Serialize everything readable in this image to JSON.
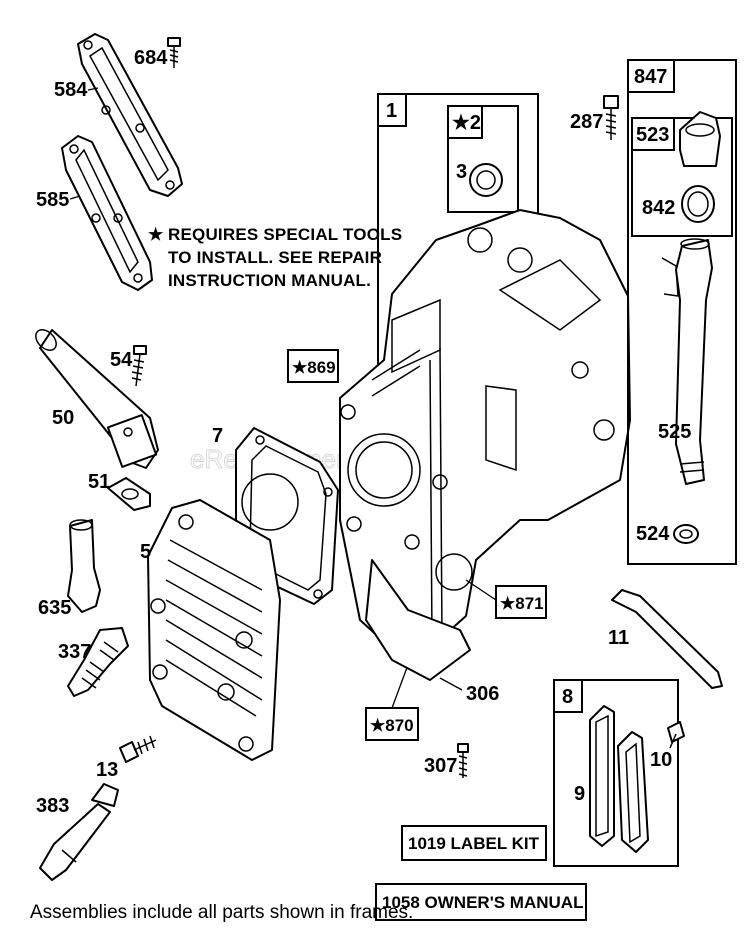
{
  "watermark": "eReplacementParts.com",
  "note": {
    "star": "★",
    "lines": [
      "REQUIRES SPECIAL TOOLS",
      "TO INSTALL.  SEE REPAIR",
      "INSTRUCTION MANUAL."
    ]
  },
  "footer": "Assemblies include all parts shown in frames.",
  "callouts": {
    "p584": "584",
    "p684": "684",
    "p585": "585",
    "p54": "54",
    "p50": "50",
    "p51": "51",
    "p7": "7",
    "p5": "5",
    "p635": "635",
    "p337": "337",
    "p13": "13",
    "p383": "383",
    "p1": "1",
    "p2": "★2",
    "p3": "3",
    "p869": "★869",
    "p871": "★871",
    "p870": "★870",
    "p306": "306",
    "p307": "307",
    "p287": "287",
    "p847": "847",
    "p523": "523",
    "p842": "842",
    "p525": "525",
    "p524": "524",
    "p11": "11",
    "p8": "8",
    "p9": "9",
    "p10": "10"
  },
  "kits": {
    "label_kit": "1019 LABEL KIT",
    "owners_manual": "1058 OWNER'S MANUAL"
  }
}
